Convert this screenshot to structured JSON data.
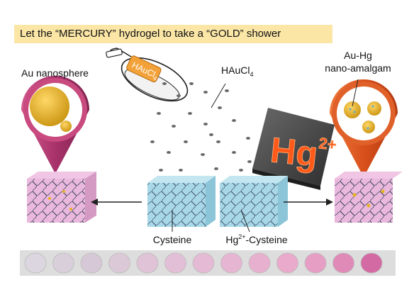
{
  "banner": {
    "text": "Let the “MERCURY” hydrogel to take a “GOLD” shower"
  },
  "labels": {
    "au_nanosphere": "Au nanosphere",
    "haucl4_shower": "HAuCl",
    "haucl4_shower_sub": "4",
    "haucl4": "HAuCl",
    "haucl4_sub": "4",
    "hg_ion": "Hg",
    "hg_ion_sup": "2+",
    "amalgam_line1": "Au-Hg",
    "amalgam_line2": "nano-amalgam",
    "cysteine": "Cysteine",
    "hg_cysteine_prefix": "Hg",
    "hg_cysteine_sup": "2+",
    "hg_cysteine_suffix": "-Cysteine"
  },
  "colors": {
    "banner": "#fbe6a6",
    "left_pin": "#c0407a",
    "right_pin": "#e0602a",
    "gold": "#e8b320",
    "gel_blue": "#a8d8e8",
    "gel_pink": "#e8b0d8",
    "tile": "#4a4a4a",
    "hg_orange": "#ff5a1a"
  },
  "icons": [
    "shower-head-icon",
    "arrow-left-icon",
    "arrow-right-icon"
  ],
  "vial_colors": [
    "#dcd6e0",
    "#d8cfdb",
    "#d6c8d6",
    "#dcc9d7",
    "#e0c3d7",
    "#e2bfd6",
    "#e4bad4",
    "#e6b5d2",
    "#e8b0cf",
    "#eaaacb",
    "#e69ec4",
    "#e08ab8",
    "#d46aa4"
  ]
}
